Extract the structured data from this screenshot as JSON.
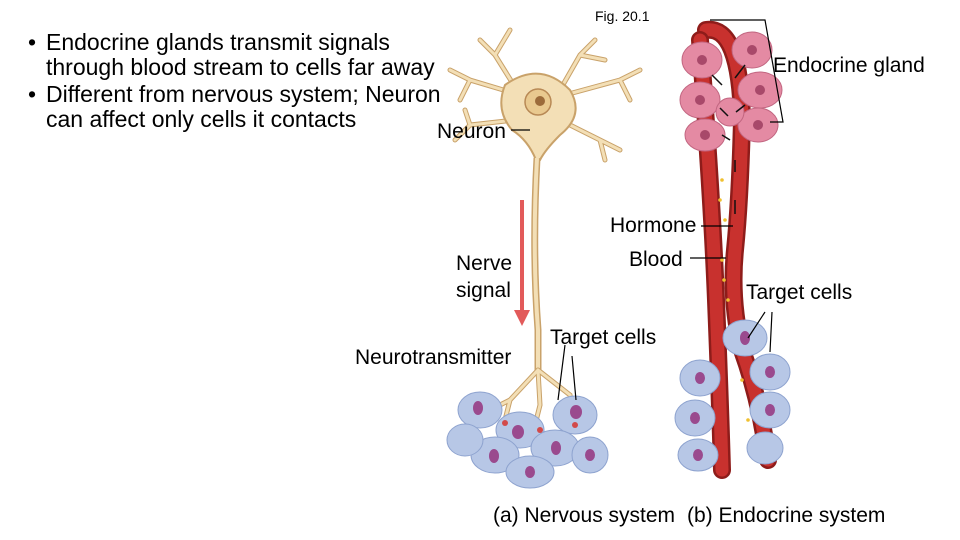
{
  "bullets": [
    "Endocrine glands transmit signals through blood stream to cells far away",
    "Different from nervous system; Neuron can affect only cells it contacts"
  ],
  "bullet_glyph": "•",
  "figure": {
    "caption": "Fig. 20.1",
    "labels": {
      "neuron": "Neuron",
      "nerve_signal_line1": "Nerve",
      "nerve_signal_line2": "signal",
      "neurotransmitter": "Neurotransmitter",
      "target_cells_a": "Target cells",
      "endocrine_gland": "Endocrine gland",
      "hormone": "Hormone",
      "blood": "Blood",
      "target_cells_b": "Target cells"
    },
    "panels": {
      "a": "(a) Nervous system",
      "b": "(b) Endocrine system"
    }
  },
  "colors": {
    "neuron": "#f3dfb6",
    "neuron_outline": "#c9a26a",
    "vessel": "#c8312e",
    "vessel_dark": "#8e1c1a",
    "gland_cell": "#e48aa3",
    "target_cell": "#b7c7e6",
    "target_nucleus": "#9a4a8e",
    "signal_arrow": "#e25a5a"
  }
}
